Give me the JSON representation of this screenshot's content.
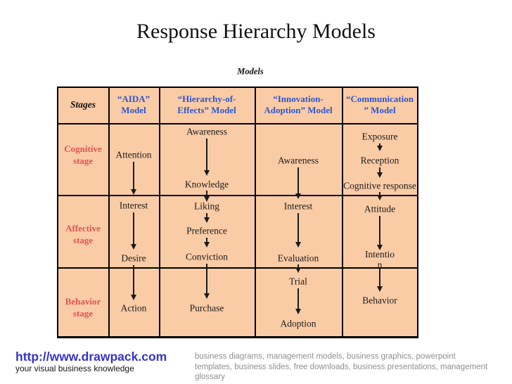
{
  "title": "Response Hierarchy Models",
  "models_caption": "Models",
  "table": {
    "stages_header": "Stages",
    "headers": [
      {
        "label": "“AIDA”\nModel"
      },
      {
        "label": "“Hierarchy-of-\nEffects” Model"
      },
      {
        "label": "“Innovation-\nAdoption” Model"
      },
      {
        "label": "“Communication\n” Model"
      }
    ],
    "stage_rows": [
      {
        "label": "Cognitive\nstage"
      },
      {
        "label": "Affective\nstage"
      },
      {
        "label": "Behavior\nstage"
      }
    ],
    "columns": [
      {
        "name": "AIDA Model",
        "items": [
          "Attention",
          "Interest",
          "Desire",
          "Action"
        ]
      },
      {
        "name": "Hierarchy-of-Effects Model",
        "items": [
          "Awareness",
          "Knowledge",
          "Liking",
          "Preference",
          "Conviction",
          "Purchase"
        ]
      },
      {
        "name": "Innovation-Adoption Model",
        "items": [
          "Awareness",
          "Interest",
          "Evaluation",
          "Trial",
          "Adoption"
        ]
      },
      {
        "name": "Communication Model",
        "items": [
          "Exposure",
          "Reception",
          "Cognitive response",
          "Attitude",
          "Intentio\nn",
          "Behavior"
        ]
      }
    ]
  },
  "footer": {
    "link": "http://www.drawpack.com",
    "tagline": "your visual business knowledge",
    "description": "business diagrams, management models, business graphics, powerpoint\ntemplates, business slides, free downloads, business presentations, management\nglossary"
  },
  "colors": {
    "cell_bg": "#FACCA6",
    "header_text": "#2F55CD",
    "stage_text": "#DF5353",
    "item_text": "#1A1A1A",
    "link": "#3434CC",
    "description_text": "#8F8F8F",
    "border": "#000000"
  }
}
